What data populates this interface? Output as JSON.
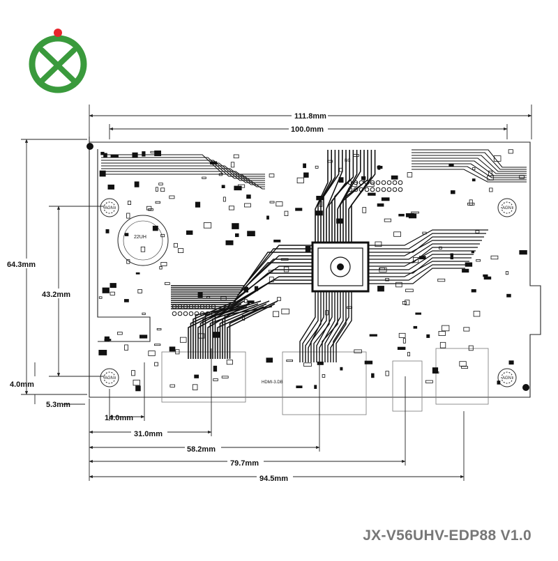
{
  "model_title": "JX-V56UHV-EDP88 V1.0",
  "logo": {
    "name": "jx-logo",
    "ring_color": "#3a9a3c",
    "dot_color": "#e8262c"
  },
  "dimensions": {
    "width_total": "111.8mm",
    "width_holes": "100.0mm",
    "height_total": "64.3mm",
    "height_holes": "43.2mm",
    "bottom_hole_offset": "4.0mm",
    "left_offset": "5.3mm",
    "connector_1": "14.0mm",
    "connector_2": "31.0mm",
    "connector_3": "58.2mm",
    "connector_4": "79.7mm",
    "connector_5": "94.5mm"
  },
  "board_labels": {
    "mounting_hole": "AGN",
    "inductor": "22UH",
    "ic_tag": "NC",
    "connector_tag": "HDMI-3.DB"
  },
  "colors": {
    "trace": "#111111",
    "dimension": "#222222",
    "title": "#777777"
  }
}
